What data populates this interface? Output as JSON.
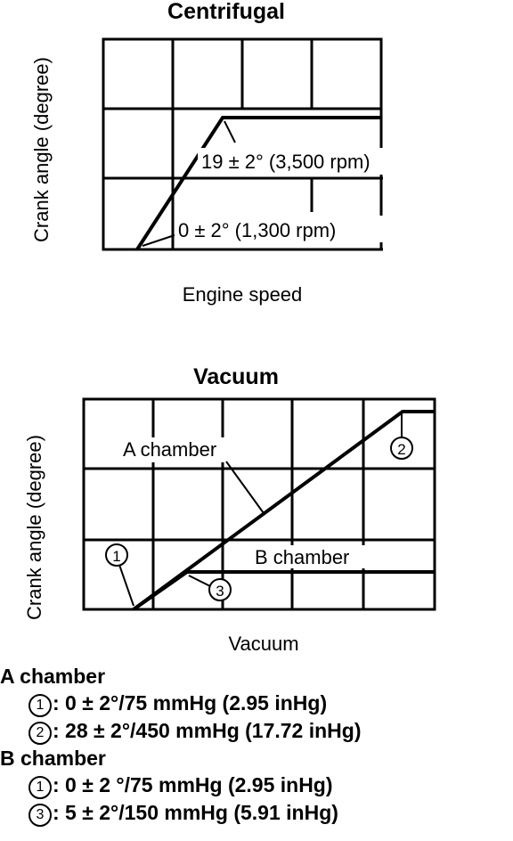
{
  "centrifugal": {
    "title": "Centrifugal",
    "ylabel": "Crank angle (degree)",
    "xlabel": "Engine speed",
    "annotation_high": "19 ± 2° (3,500 rpm)",
    "annotation_low": "0 ± 2° (1,300 rpm)"
  },
  "vacuum": {
    "title": "Vacuum",
    "ylabel": "Crank angle (degree)",
    "xlabel": "Vacuum",
    "label_a": "A chamber",
    "label_b": "B chamber",
    "marker_1": "1",
    "marker_2": "2",
    "marker_3": "3"
  },
  "specs": {
    "a_heading": "A chamber",
    "a_items": [
      {
        "marker": "1",
        "text": ": 0 ± 2°/75 mmHg (2.95 inHg)"
      },
      {
        "marker": "2",
        "text": ": 28 ± 2°/450 mmHg (17.72 inHg)"
      }
    ],
    "b_heading": "B chamber",
    "b_items": [
      {
        "marker": "1",
        "text": ": 0 ± 2 °/75 mmHg (2.95 inHg)"
      },
      {
        "marker": "3",
        "text": ": 5 ± 2°/150 mmHg (5.91 inHg)"
      }
    ]
  }
}
